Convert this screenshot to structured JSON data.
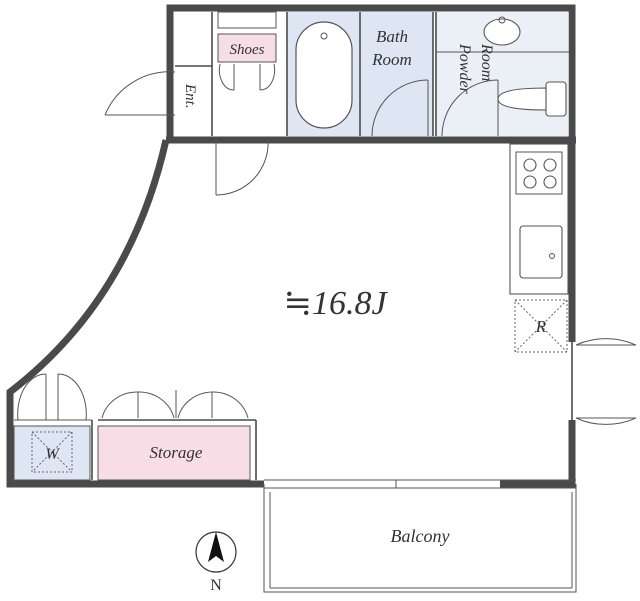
{
  "rooms": {
    "main_area": "≒16.8J",
    "bath_line1": "Bath",
    "bath_line2": "Room",
    "powder_line1": "Powder",
    "powder_line2": "Room",
    "shoes": "Shoes",
    "entrance": "Ent.",
    "storage": "Storage",
    "balcony": "Balcony",
    "washer": "W",
    "refrigerator": "R"
  },
  "compass": {
    "label": "N"
  },
  "colors": {
    "wet_area": "#dde6f2",
    "storage_fill": "#f6dde6",
    "wall": "#4a4a4a"
  }
}
